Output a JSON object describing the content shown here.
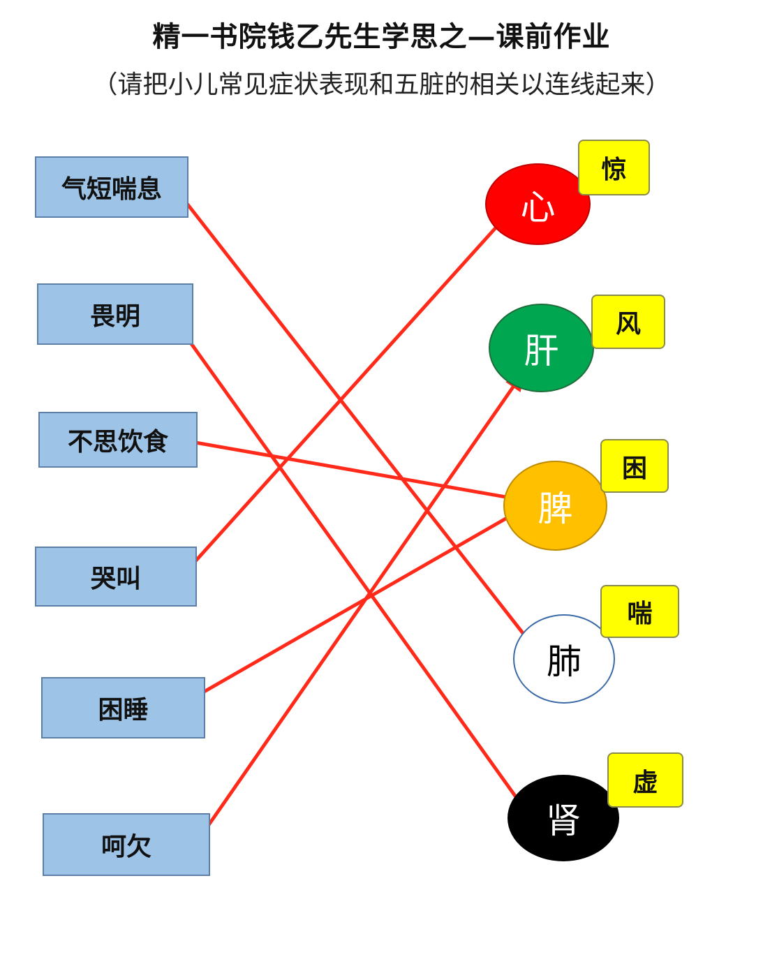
{
  "header": {
    "title": "精一书院钱乙先生学思之—课前作业",
    "subtitle": "（请把小儿常见症状表现和五脏的相关以连线起来）"
  },
  "symptoms": [
    {
      "id": "qiduan",
      "label": "气短喘息"
    },
    {
      "id": "weiming",
      "label": "畏明"
    },
    {
      "id": "busi",
      "label": "不思饮食"
    },
    {
      "id": "kujiao",
      "label": "哭叫"
    },
    {
      "id": "kunshui",
      "label": "困睡"
    },
    {
      "id": "heqian",
      "label": "呵欠"
    }
  ],
  "organs": [
    {
      "id": "xin",
      "label": "心",
      "tag": "惊",
      "fill": "#ff0000",
      "text_color": "#ffffff"
    },
    {
      "id": "gan",
      "label": "肝",
      "tag": "风",
      "fill": "#00a650",
      "text_color": "#ffffff"
    },
    {
      "id": "pi",
      "label": "脾",
      "tag": "困",
      "fill": "#ffc000",
      "text_color": "#ffffff"
    },
    {
      "id": "fei",
      "label": "肺",
      "tag": "喘",
      "fill": "#ffffff",
      "text_color": "#000000"
    },
    {
      "id": "shen",
      "label": "肾",
      "tag": "虚",
      "fill": "#000000",
      "text_color": "#ffffff"
    }
  ],
  "connections": [
    {
      "from": "qiduan",
      "to": "fei"
    },
    {
      "from": "weiming",
      "to": "shen"
    },
    {
      "from": "busi",
      "to": "pi"
    },
    {
      "from": "kujiao",
      "to": "xin"
    },
    {
      "from": "kunshui",
      "to": "pi"
    },
    {
      "from": "heqian",
      "to": "gan"
    }
  ],
  "colors": {
    "arrow": "#ff2a1a",
    "symptom_fill": "#9dc3e6",
    "tag_fill": "#ffff00"
  }
}
